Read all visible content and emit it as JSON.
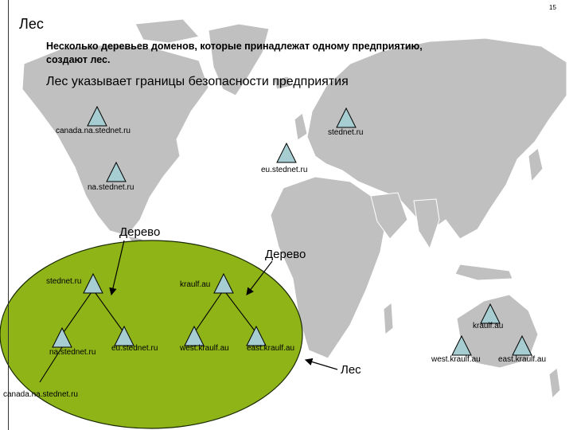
{
  "page_number": "15",
  "title": "Лес",
  "subtitle_lines": [
    "Несколько деревьев доменов, которые принадлежат одному предприятию,",
    "создают лес."
  ],
  "heading": "Лес указывает границы безопасности предприятия",
  "colors": {
    "triangle_fill": "#a6cdd2",
    "ellipse_fill": "#8fb418",
    "map_land": "#c0c0c0",
    "text": "#000000"
  },
  "map_domains": {
    "canada": "canada.na.stednet.ru",
    "stednet": "stednet.ru",
    "eu": "eu.stednet.ru",
    "na": "na.stednet.ru"
  },
  "callouts": {
    "tree1": "Дерево",
    "tree2": "Дерево",
    "forest": "Лес"
  },
  "tree_stednet": {
    "root": "stednet.ru",
    "na": "na.stednet.ru",
    "eu": "eu.stednet.ru",
    "canada": "canada.na.stednet.ru"
  },
  "tree_kraulf": {
    "root": "kraulf.au",
    "west": "west.kraulf.au",
    "east": "east.kraulf.au"
  },
  "australia": {
    "root": "kraulf.au",
    "west": "west.kraulf.au",
    "east": "east.kraulf.au"
  }
}
